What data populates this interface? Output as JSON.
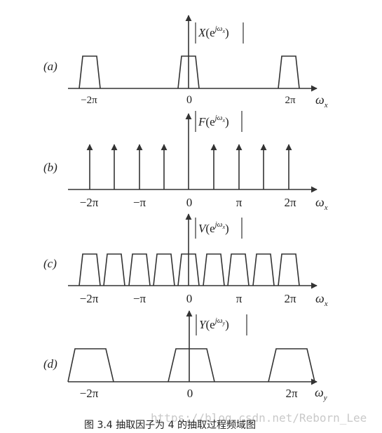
{
  "panels": [
    {
      "id": "a",
      "tag": "(a)",
      "func_letter": "X",
      "exp_base": "e",
      "exp_sup": "jω",
      "exp_sub": "x",
      "axis_var": "ω",
      "axis_sub": "x",
      "ticks": [
        "−2π",
        "0",
        "2π"
      ]
    },
    {
      "id": "b",
      "tag": "(b)",
      "func_letter": "F",
      "exp_base": "e",
      "exp_sup": "jω",
      "exp_sub": "x",
      "axis_var": "ω",
      "axis_sub": "x",
      "ticks": [
        "−2π",
        "−π",
        "0",
        "π",
        "2π"
      ]
    },
    {
      "id": "c",
      "tag": "(c)",
      "func_letter": "V",
      "exp_base": "e",
      "exp_sup": "jω",
      "exp_sub": "x",
      "axis_var": "ω",
      "axis_sub": "x",
      "ticks": [
        "−2π",
        "−π",
        "0",
        "π",
        "2π"
      ]
    },
    {
      "id": "d",
      "tag": "(d)",
      "func_letter": "Y",
      "exp_base": "e",
      "exp_sup": "jω",
      "exp_sub": "y",
      "axis_var": "ω",
      "axis_sub": "y",
      "ticks": [
        "−2π",
        "0",
        "2π"
      ]
    }
  ],
  "watermark": "https://blog.csdn.net/Reborn_Lee",
  "caption": "图 3.4  抽取因子为 4 的抽取过程频域图",
  "colors": {
    "ink": "#333333",
    "watermark": "#c9c9c9"
  }
}
